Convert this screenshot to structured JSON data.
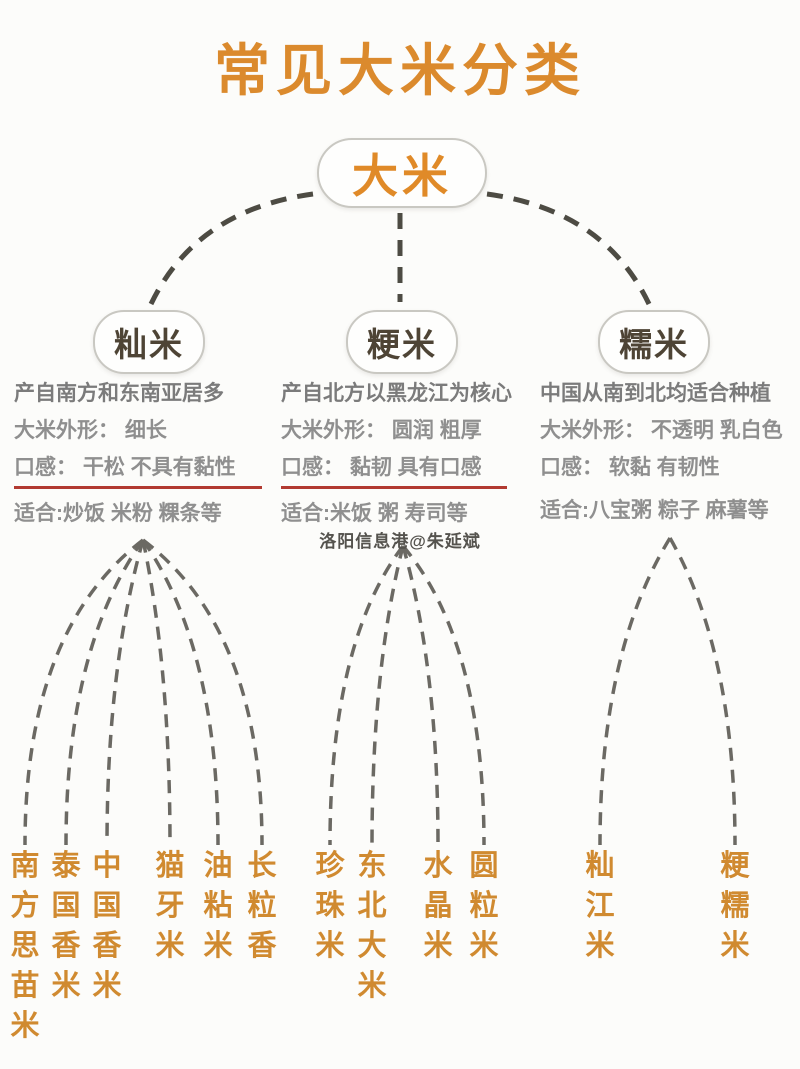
{
  "title": "常见大米分类",
  "watermark": "洛阳信息港@朱延斌",
  "root": {
    "label": "大米"
  },
  "colors": {
    "title_orange": "#DB8A2D",
    "leaf_orange": "#D08A30",
    "node_brown": "#4E4435",
    "text_gray": "#8F8F8F",
    "underline_red": "#B23A31",
    "dash_dark": "#4D4B43",
    "dash_gray": "#6B6963",
    "pill_border": "#C9C8C2",
    "background": "#FCFCFA"
  },
  "categories": [
    {
      "name": "籼米",
      "origin": "产自南方和东南亚居多",
      "shape": "大米外形： 细长",
      "taste": "口感： 干松 不具有黏性",
      "suitable": "适合:炒饭 米粉 粿条等",
      "varieties": [
        "南方思苗米",
        "泰国香米",
        "中国香米",
        "猫牙米",
        "油粘米",
        "长粒香"
      ]
    },
    {
      "name": "粳米",
      "origin": "产自北方以黑龙江为核心",
      "shape": "大米外形： 圆润 粗厚",
      "taste": "口感： 黏韧 具有口感",
      "suitable": "适合:米饭 粥 寿司等",
      "varieties": [
        "珍珠米",
        "东北大米",
        "水晶米",
        "圆粒米"
      ]
    },
    {
      "name": "糯米",
      "origin": "中国从南到北均适合种植",
      "shape": "大米外形： 不透明 乳白色",
      "taste": "口感： 软黏 有韧性",
      "suitable": "适合:八宝粥 粽子 麻薯等",
      "varieties": [
        "籼江米",
        "粳糯米"
      ]
    }
  ]
}
